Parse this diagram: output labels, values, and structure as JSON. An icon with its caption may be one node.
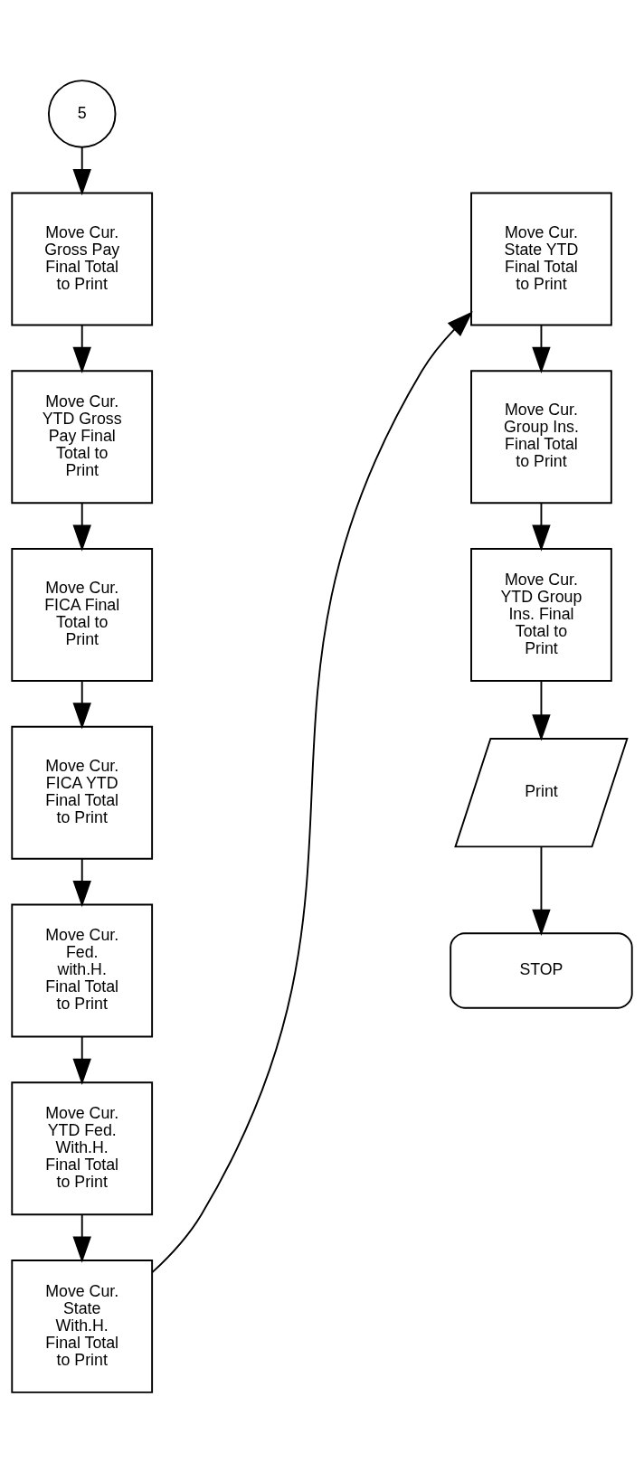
{
  "diagram": {
    "nodes": [
      {
        "text": [
          "5"
        ]
      },
      {
        "text": [
          "Move Cur. Gross Pay Final Total to Print"
        ]
      },
      {
        "text": [
          "Move Cur. YTD Gross Pay Final Total to Print"
        ]
      },
      {
        "text": [
          "Move Cur. FICA Final Total to Print"
        ]
      },
      {
        "text": [
          "Move Cur. FICA YTD Final Total to Print"
        ]
      },
      {
        "text": [
          "Move Cur. Fed. with.H. Final Total to Print"
        ]
      },
      {
        "text": [
          "Move Cur. YTD Fed. With.H. Final Total to Print"
        ]
      },
      {
        "text": [
          "Move Cur. State With.H. Final Total to Print"
        ]
      },
      {
        "text": [
          "Move Cur. State YTD Final Total to Print"
        ]
      },
      {
        "text": [
          "Move Cur. Group Ins. Final Total to Print"
        ]
      },
      {
        "text": [
          "Move Cur. YTD Group Ins. Final Total to Print"
        ]
      },
      {
        "text": [
          "Print"
        ]
      },
      {
        "text": [
          "STOP"
        ]
      }
    ],
    "edges": [
      {
        "from": 0,
        "to": 1,
        "arrow": "to"
      },
      {
        "from": 1,
        "to": 2,
        "arrow": "to"
      },
      {
        "from": 2,
        "to": 3,
        "arrow": "to"
      },
      {
        "from": 3,
        "to": 4,
        "arrow": "to"
      },
      {
        "from": 4,
        "to": 5,
        "arrow": "to"
      },
      {
        "from": 5,
        "to": 6,
        "arrow": "to"
      },
      {
        "from": 6,
        "to": 7,
        "arrow": "to"
      },
      {
        "from": 7,
        "to": 8,
        "arrow": "to"
      },
      {
        "from": 8,
        "to": 9,
        "arrow": "to"
      },
      {
        "from": 9,
        "to": 10,
        "arrow": "to"
      },
      {
        "from": 10,
        "to": 11,
        "arrow": "to"
      },
      {
        "from": 11,
        "to": 12,
        "arrow": "to"
      }
    ]
  }
}
